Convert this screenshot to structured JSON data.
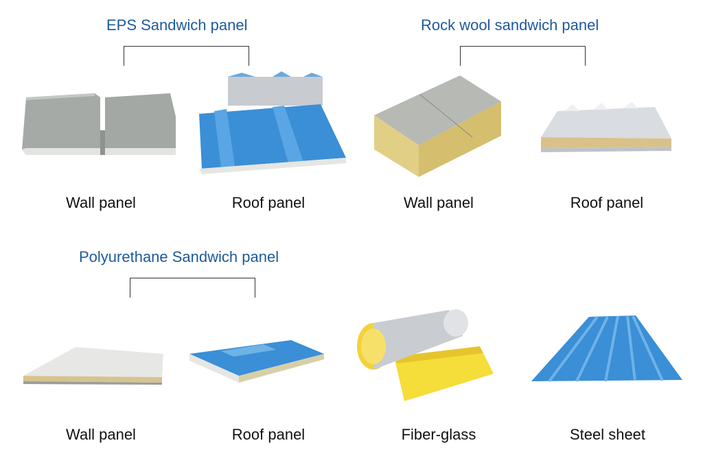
{
  "groups": {
    "eps": {
      "title": "EPS Sandwich panel",
      "wall_label": "Wall panel",
      "roof_label": "Roof panel"
    },
    "rockwool": {
      "title": "Rock wool sandwich panel",
      "wall_label": "Wall panel",
      "roof_label": "Roof panel"
    },
    "pu": {
      "title": "Polyurethane Sandwich panel",
      "wall_label": "Wall panel",
      "roof_label": "Roof panel"
    }
  },
  "others": {
    "fiberglass_label": "Fiber-glass",
    "steel_label": "Steel sheet"
  },
  "colors": {
    "title_blue": "#1d5a9a",
    "panel_blue": "#3a8fd6",
    "panel_gray": "#a9aeab",
    "wool_yellow": "#e8d27a",
    "fiberglass_yellow": "#f5dd3a",
    "foil_silver": "#c9ccd0"
  }
}
